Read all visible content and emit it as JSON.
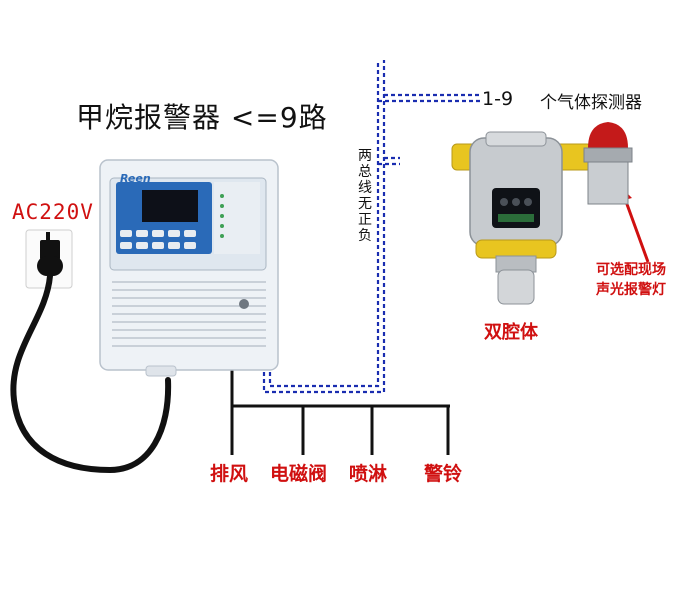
{
  "title": "甲烷报警器  <=9路",
  "power_label": "AC220V",
  "detectors": {
    "range": "1-9",
    "label": "个气体探测器"
  },
  "bus_label": "两总线无正负",
  "dual_chamber_label": "双腔体",
  "lamp_label": [
    "可选配现场",
    "声光报警灯"
  ],
  "brand": "Reen",
  "outputs": [
    "排风",
    "电磁阀",
    "喷淋",
    "警铃"
  ],
  "colors": {
    "wire": "#1a2db0",
    "label_red": "#d01010",
    "detector_yellow": "#e8c520",
    "lamp_red": "#c41a1a",
    "panel_blue": "#2a6ab8"
  }
}
